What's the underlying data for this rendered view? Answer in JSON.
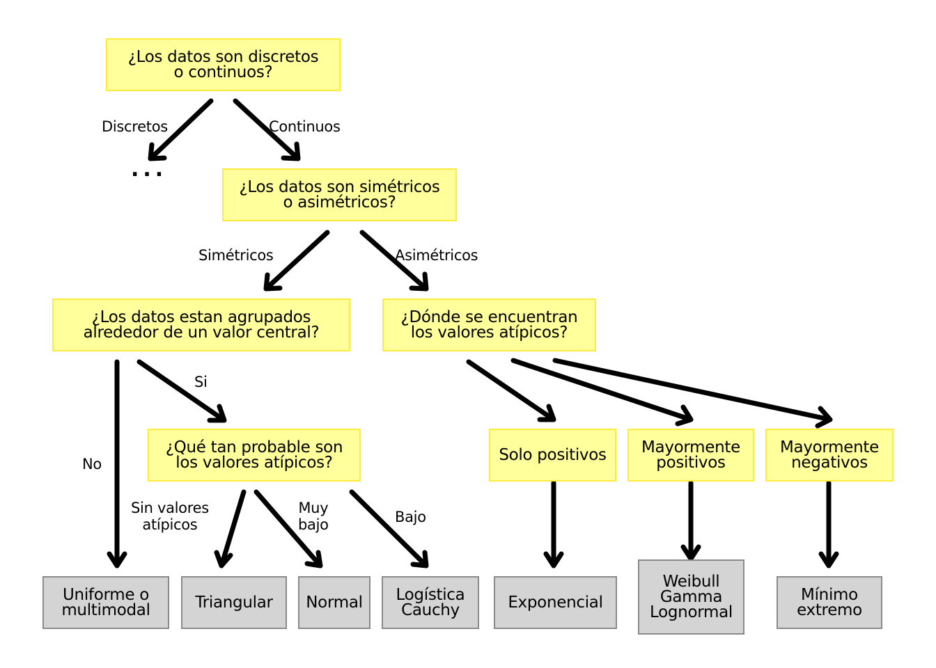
{
  "questions": {
    "q1": "¿Los datos son discretos\no continuos?",
    "q2": "¿Los datos son simétricos\no asimétricos?",
    "q3": "¿Los datos estan agrupados\nalrededor de un valor central?",
    "q4": "¿Dónde se encuentran\nlos valores atípicos?",
    "q5": "¿Qué tan probable son\nlos valores atípicos?"
  },
  "categories": {
    "solo_positivos": "Solo positivos",
    "mayormente_positivos": "Mayormente\npositivos",
    "mayormente_negativos": "Mayormente\nnegativos"
  },
  "results": {
    "uniforme": "Uniforme o\nmultimodal",
    "triangular": "Triangular",
    "normal": "Normal",
    "logistica": "Logística\nCauchy",
    "exponencial": "Exponencial",
    "weibull": "Weibull\nGamma\nLognormal",
    "minimo": "Mínimo\nextremo"
  },
  "edges": {
    "discretos": "Discretos",
    "continuos": "Continuos",
    "ellipsis": "...",
    "simetricos": "Simétricos",
    "asimetricos": "Asimétricos",
    "si": "Si",
    "no": "No",
    "sin_valores": "Sin valores\natípicos",
    "muy_bajo": "Muy\nbajo",
    "bajo": "Bajo"
  },
  "colors": {
    "question_fill": "#ffff9c",
    "question_border": "#ffeb3b",
    "result_fill": "#d4d4d4",
    "result_border": "#8a8a8a",
    "arrow": "#000000"
  }
}
